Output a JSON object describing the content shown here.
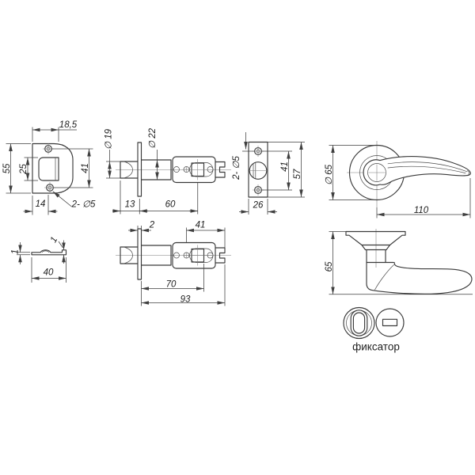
{
  "colors": {
    "line": "#3a3a3a",
    "text": "#1e1e1e",
    "background": "#ffffff"
  },
  "views": {
    "strike_front": {
      "top_width": "18,5",
      "height": "55",
      "cutout_height": "25",
      "hole_span": "41",
      "bottom_width": "14",
      "holes_label": "2- ∅5"
    },
    "latch_front": {
      "bolt_dia": "∅ 19",
      "tube_dia": "∅ 22",
      "head_offset": "13",
      "backset": "60"
    },
    "faceplate_front": {
      "holes_label": "2- ∅5",
      "hole_span": "41",
      "height": "57",
      "width": "26"
    },
    "handle_top": {
      "rose_dia": "∅ 65",
      "lever_length": "110"
    },
    "strike_side": {
      "thickness": "1",
      "lip_height": "1",
      "width": "40"
    },
    "latch_side": {
      "faceplate_thickness": "2",
      "tail_length": "41",
      "spindle_offset": "70",
      "total_length": "93"
    },
    "handle_side": {
      "height": "65"
    },
    "fixator": {
      "label": "фиксатор"
    }
  }
}
